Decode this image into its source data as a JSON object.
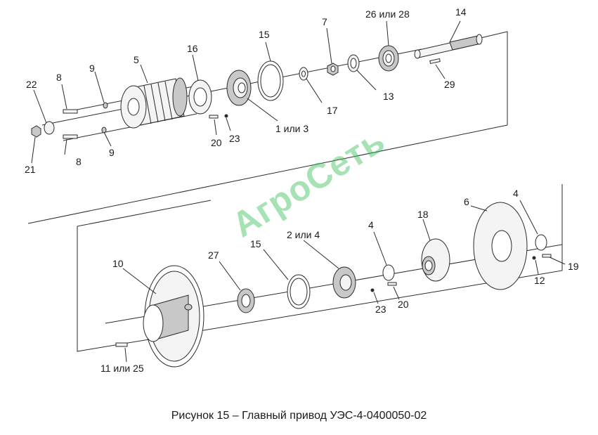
{
  "caption": "Рисунок 15 – Главный привод УЭС-4-0400050-02",
  "watermark": "АгроСеть",
  "labels": {
    "l14": "14",
    "l26": "26 или 28",
    "l7": "7",
    "l15a": "15",
    "l16": "16",
    "l5": "5",
    "l9a": "9",
    "l8a": "8",
    "l22": "22",
    "l21": "21",
    "l8b": "8",
    "l9b": "9",
    "l20a": "20",
    "l23a": "23",
    "l1or3": "1 или 3",
    "l17": "17",
    "l13": "13",
    "l29": "29",
    "l10": "10",
    "l27": "27",
    "l15b": "15",
    "l2or4": "2 или 4",
    "l4a": "4",
    "l18": "18",
    "l6": "6",
    "l4b": "4",
    "l19": "19",
    "l12": "12",
    "l20b": "20",
    "l23b": "23",
    "l11or25": "11 или 25"
  },
  "colors": {
    "line": "#2b2b2b",
    "part_fill": "#f4f4f4",
    "shade": "#c8c8c8",
    "watermark": "#3cbe5a"
  }
}
